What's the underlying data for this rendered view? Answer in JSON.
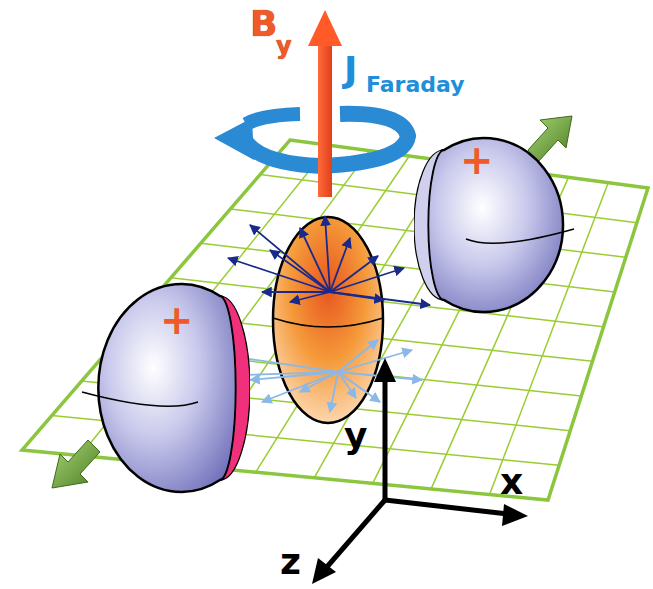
{
  "diagram": {
    "nodes": [
      {
        "text": [
          "+"
        ]
      },
      {
        "text": [
          "+"
        ]
      }
    ],
    "labels": [
      "B",
      "y",
      "J",
      "Faraday",
      "y",
      "x",
      "z"
    ]
  }
}
